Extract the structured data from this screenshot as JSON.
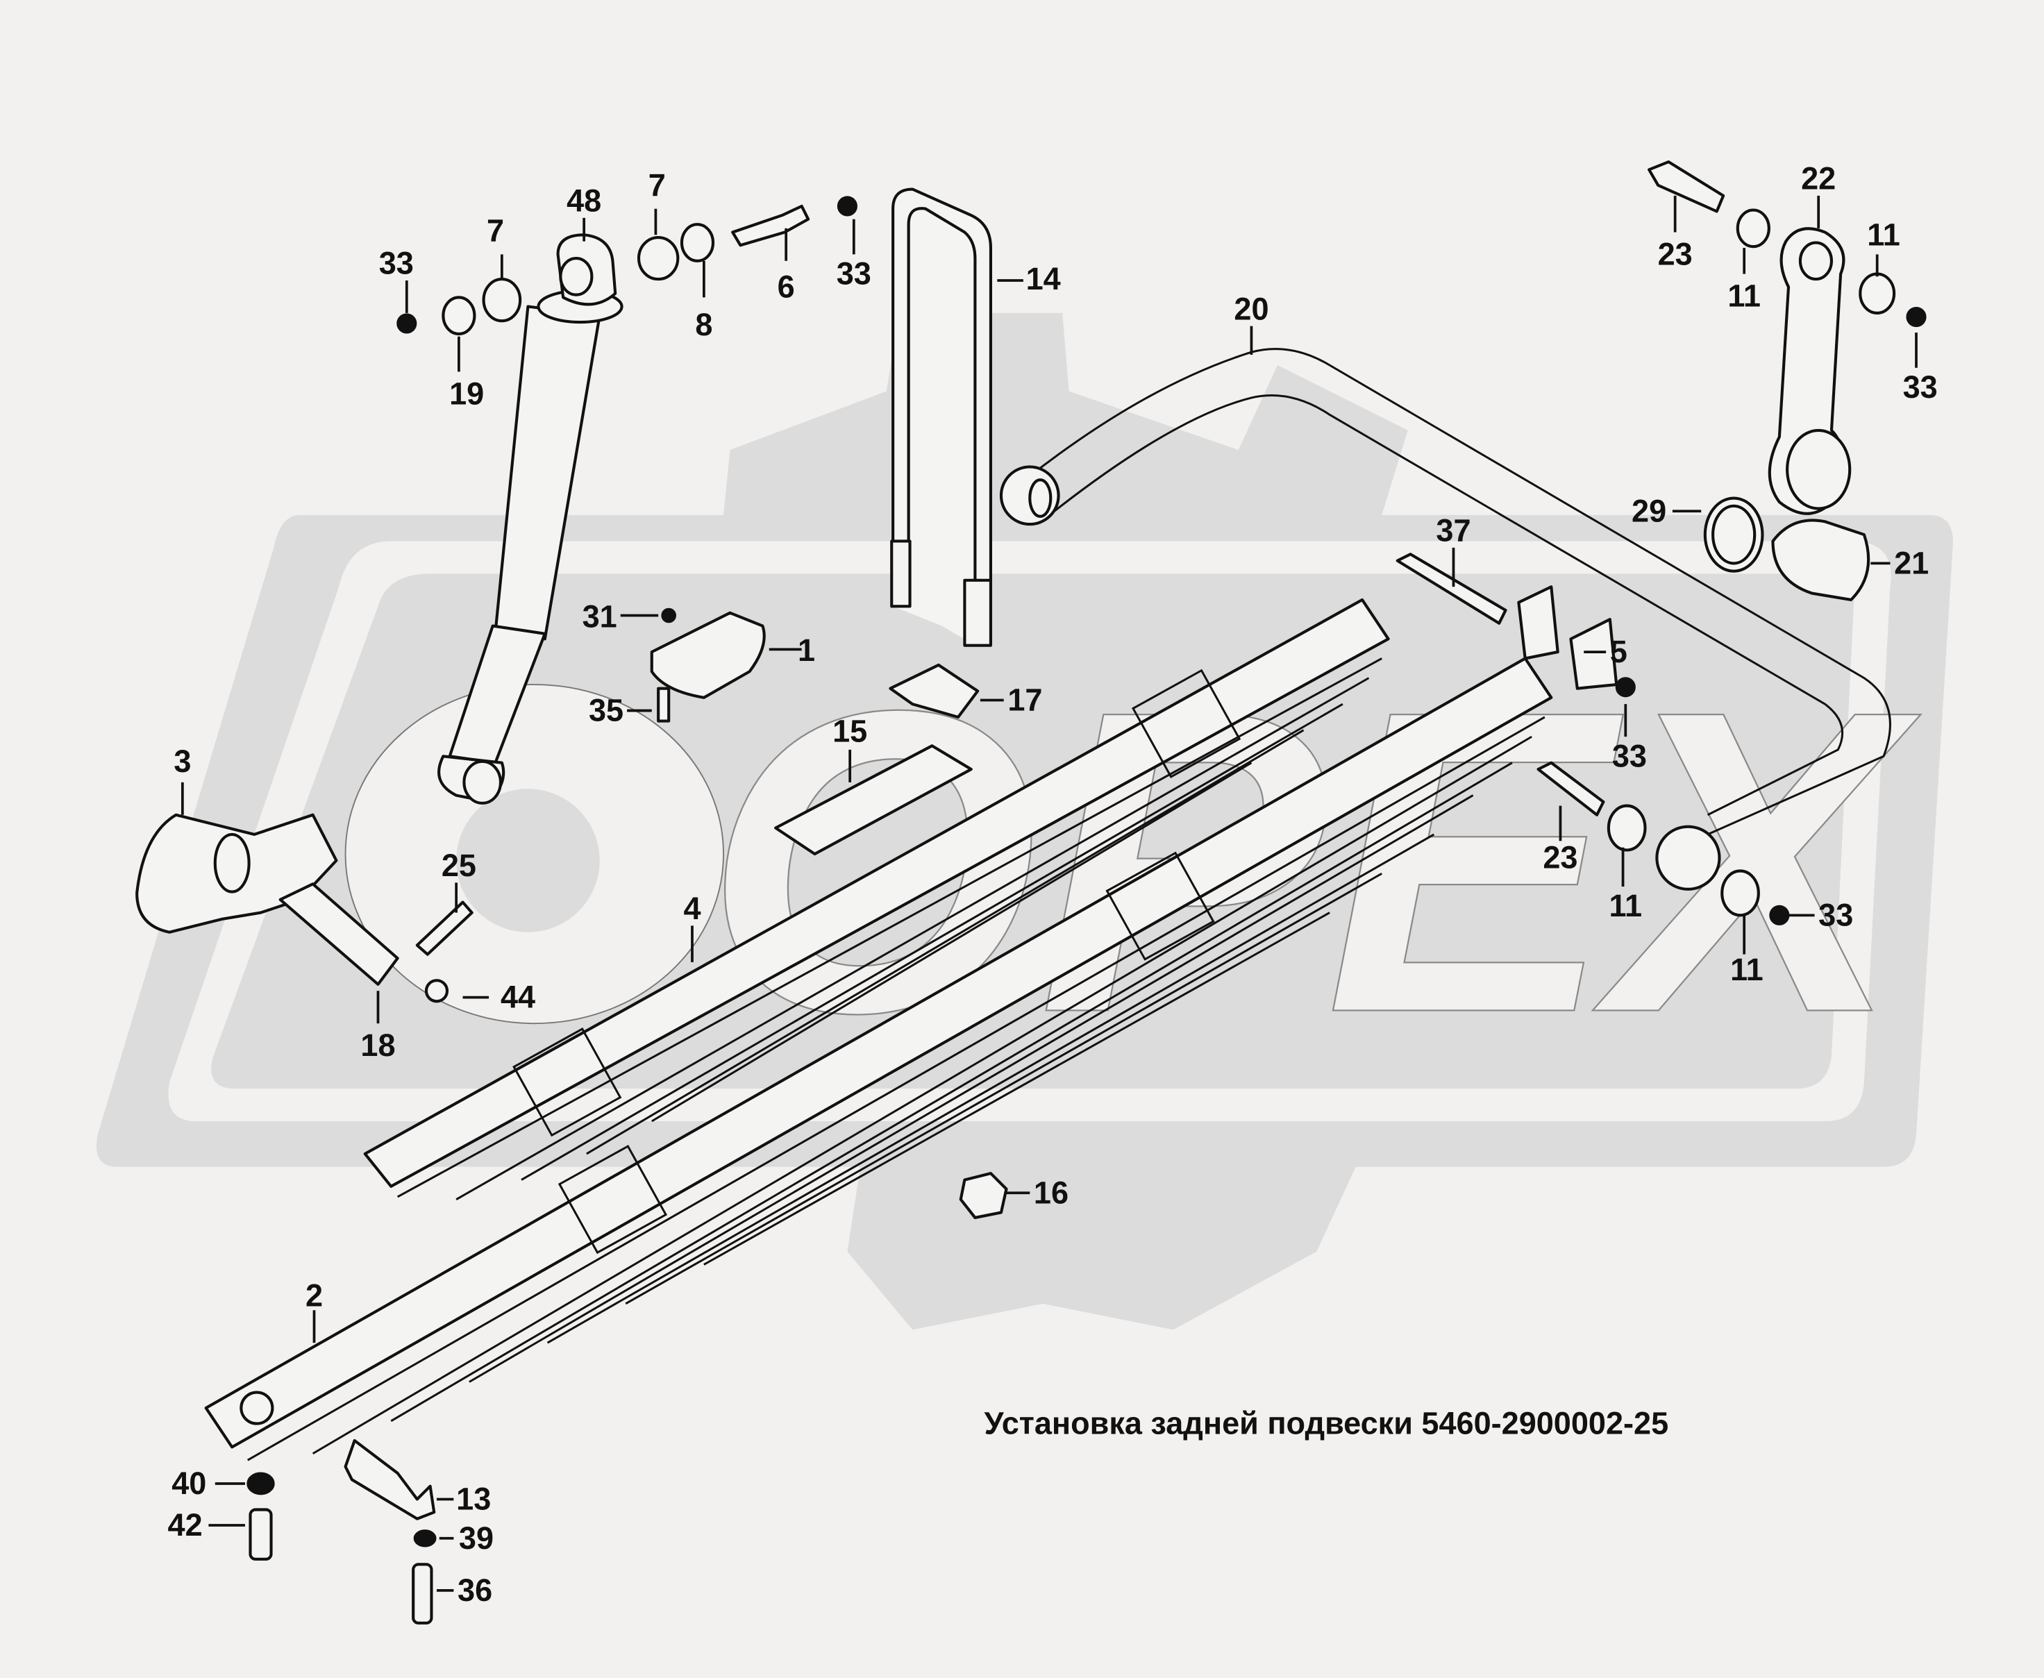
{
  "diagram": {
    "title": "Установка задней подвески 5460-2900002-25",
    "watermark": "OPEX",
    "colors": {
      "background": "#f2f1ef",
      "watermark": "#dcdcdc",
      "line": "#111111"
    },
    "callouts": [
      {
        "id": "c-33a",
        "label": "33",
        "part": "nut"
      },
      {
        "id": "c-19",
        "label": "19",
        "part": "washer"
      },
      {
        "id": "c-7a",
        "label": "7",
        "part": "bushing"
      },
      {
        "id": "c-48",
        "label": "48",
        "part": "shock-absorber"
      },
      {
        "id": "c-7b",
        "label": "7",
        "part": "bushing"
      },
      {
        "id": "c-8",
        "label": "8",
        "part": "washer"
      },
      {
        "id": "c-6",
        "label": "6",
        "part": "pin"
      },
      {
        "id": "c-33b",
        "label": "33",
        "part": "nut"
      },
      {
        "id": "c-14",
        "label": "14",
        "part": "u-bolt"
      },
      {
        "id": "c-20",
        "label": "20",
        "part": "stabilizer-bar"
      },
      {
        "id": "c-23a",
        "label": "23",
        "part": "bolt"
      },
      {
        "id": "c-11a",
        "label": "11",
        "part": "bushing"
      },
      {
        "id": "c-22",
        "label": "22",
        "part": "link"
      },
      {
        "id": "c-11b",
        "label": "11",
        "part": "bushing"
      },
      {
        "id": "c-33c",
        "label": "33",
        "part": "nut"
      },
      {
        "id": "c-29",
        "label": "29",
        "part": "ring"
      },
      {
        "id": "c-21",
        "label": "21",
        "part": "bushing"
      },
      {
        "id": "c-37",
        "label": "37",
        "part": "bolt"
      },
      {
        "id": "c-5",
        "label": "5",
        "part": "bracket"
      },
      {
        "id": "c-33d",
        "label": "33",
        "part": "nut"
      },
      {
        "id": "c-23b",
        "label": "23",
        "part": "bolt"
      },
      {
        "id": "c-11c",
        "label": "11",
        "part": "bushing"
      },
      {
        "id": "c-33e",
        "label": "33",
        "part": "nut"
      },
      {
        "id": "c-11d",
        "label": "11",
        "part": "bushing"
      },
      {
        "id": "c-31",
        "label": "31",
        "part": "nut"
      },
      {
        "id": "c-1",
        "label": "1",
        "part": "buffer"
      },
      {
        "id": "c-35",
        "label": "35",
        "part": "bolt"
      },
      {
        "id": "c-17",
        "label": "17",
        "part": "pad"
      },
      {
        "id": "c-15",
        "label": "15",
        "part": "plate"
      },
      {
        "id": "c-3",
        "label": "3",
        "part": "bracket"
      },
      {
        "id": "c-25",
        "label": "25",
        "part": "pin"
      },
      {
        "id": "c-4",
        "label": "4",
        "part": "leaf-spring"
      },
      {
        "id": "c-44",
        "label": "44",
        "part": "grease-fitting"
      },
      {
        "id": "c-18",
        "label": "18",
        "part": "spring-pin"
      },
      {
        "id": "c-16",
        "label": "16",
        "part": "nut"
      },
      {
        "id": "c-2",
        "label": "2",
        "part": "leaf-spring"
      },
      {
        "id": "c-40",
        "label": "40",
        "part": "washer"
      },
      {
        "id": "c-42",
        "label": "42",
        "part": "bolt"
      },
      {
        "id": "c-13",
        "label": "13",
        "part": "clip"
      },
      {
        "id": "c-39",
        "label": "39",
        "part": "washer"
      },
      {
        "id": "c-36",
        "label": "36",
        "part": "bolt"
      }
    ]
  }
}
